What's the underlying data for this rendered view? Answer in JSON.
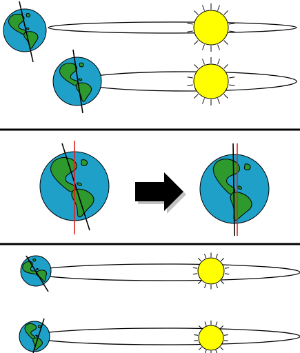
{
  "colors": {
    "background": "#ffffff",
    "ocean": "#1ea0c8",
    "land": "#2e9a2e",
    "land_outline": "#000000",
    "sun": "#ffff00",
    "sun_outline": "#000000",
    "orbit": "#000000",
    "axis": "#000000",
    "reference_line": "#e02020",
    "divider": "#000000",
    "arrow": "#000000"
  },
  "panels": [
    {
      "label": "",
      "items": [
        "earth",
        "orbit",
        "sun"
      ]
    },
    {
      "label": "",
      "items": [
        "earth",
        "arrow",
        "earth"
      ]
    },
    {
      "label": "",
      "items": [
        "earth",
        "orbit",
        "sun"
      ]
    }
  ]
}
